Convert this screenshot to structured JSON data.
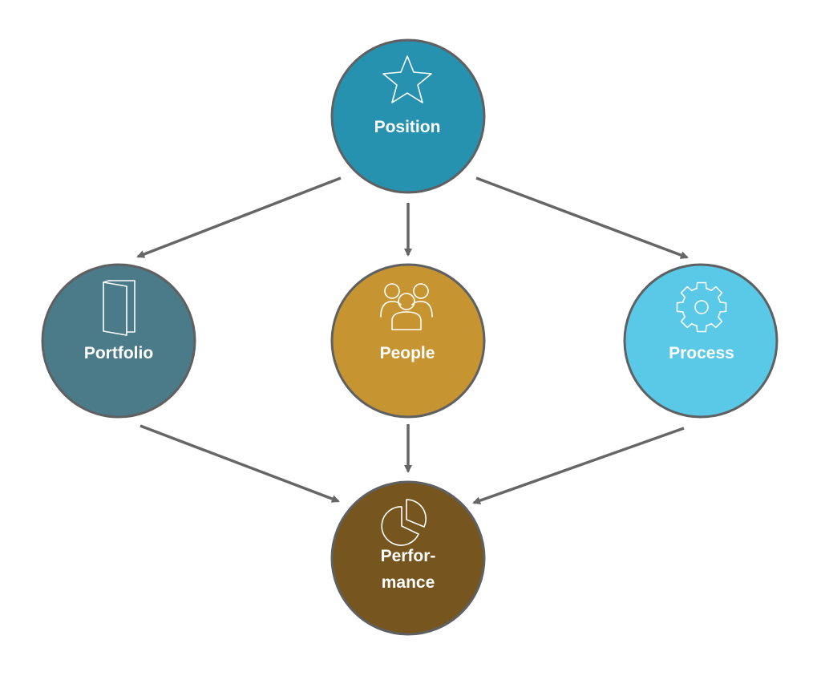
{
  "nodes": {
    "position": {
      "label": "Position",
      "icon": "star-icon",
      "color": "#2692b0"
    },
    "portfolio": {
      "label": "Portfolio",
      "icon": "folder-icon",
      "color": "#4b7b88"
    },
    "people": {
      "label": "People",
      "icon": "people-group-icon",
      "color": "#c69531"
    },
    "process": {
      "label": "Process",
      "icon": "gear-icon",
      "color": "#5ac8e7"
    },
    "performance": {
      "label_line1": "Perfor-",
      "label_line2": "mance",
      "icon": "pie-chart-icon",
      "color": "#76551e"
    }
  },
  "edges": [
    {
      "from": "Position",
      "to": "Portfolio"
    },
    {
      "from": "Position",
      "to": "People"
    },
    {
      "from": "Position",
      "to": "Process"
    },
    {
      "from": "Portfolio",
      "to": "Performance"
    },
    {
      "from": "People",
      "to": "Performance"
    },
    {
      "from": "Process",
      "to": "Performance"
    }
  ],
  "colors": {
    "circle_border": "#5f6062",
    "arrow": "#666666",
    "text": "#ffffff"
  }
}
